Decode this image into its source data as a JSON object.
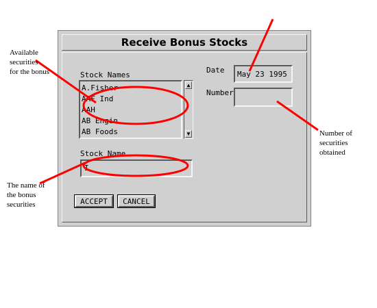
{
  "dialog": {
    "title": "Receive Bonus Stocks",
    "stock_names_label": "Stock Names",
    "stock_list": [
      "A.Fisher",
      "AAF Ind",
      "AAH",
      "AB Engin",
      "AB Foods"
    ],
    "stock_name_label": "Stock Name",
    "stock_name_value": "I",
    "date_label": "Date",
    "date_value": "May 23 1995",
    "number_label": "Number",
    "number_value": "",
    "accept_label": "ACCEPT",
    "cancel_label": "CANCEL"
  },
  "annotations": {
    "available": [
      "Available",
      "securities",
      "for the bonus"
    ],
    "bonus_name": [
      "The name of",
      "the bonus",
      "securities"
    ],
    "number_obtained": [
      "Number of",
      "securities",
      "obtained"
    ]
  },
  "colors": {
    "annotation_red": "#ff0000",
    "panel_gray": "#d0d0d0"
  }
}
